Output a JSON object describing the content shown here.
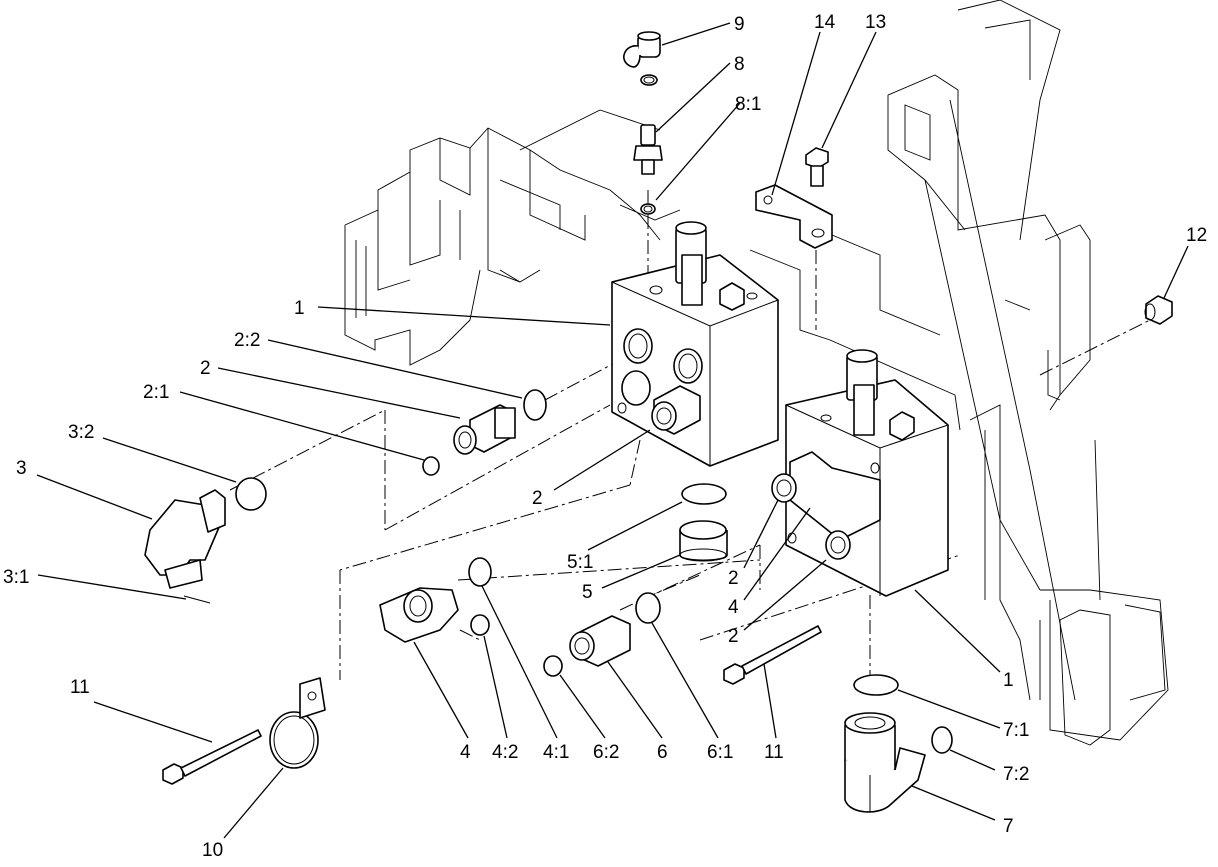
{
  "callouts": [
    {
      "id": "c9",
      "label": "9"
    },
    {
      "id": "c8",
      "label": "8"
    },
    {
      "id": "c8_1",
      "label": "8:1"
    },
    {
      "id": "c14",
      "label": "14"
    },
    {
      "id": "c13",
      "label": "13"
    },
    {
      "id": "c12",
      "label": "12"
    },
    {
      "id": "c1a",
      "label": "1"
    },
    {
      "id": "c2_2",
      "label": "2:2"
    },
    {
      "id": "c2a",
      "label": "2"
    },
    {
      "id": "c2_1",
      "label": "2:1"
    },
    {
      "id": "c3_2",
      "label": "3:2"
    },
    {
      "id": "c3",
      "label": "3"
    },
    {
      "id": "c3_1",
      "label": "3:1"
    },
    {
      "id": "c2b",
      "label": "2"
    },
    {
      "id": "c5_1",
      "label": "5:1"
    },
    {
      "id": "c5",
      "label": "5"
    },
    {
      "id": "c2c",
      "label": "2"
    },
    {
      "id": "c4a",
      "label": "4"
    },
    {
      "id": "c2d",
      "label": "2"
    },
    {
      "id": "c1b",
      "label": "1"
    },
    {
      "id": "c11a",
      "label": "11"
    },
    {
      "id": "c4b",
      "label": "4"
    },
    {
      "id": "c4_2",
      "label": "4:2"
    },
    {
      "id": "c4_1",
      "label": "4:1"
    },
    {
      "id": "c6_2",
      "label": "6:2"
    },
    {
      "id": "c6",
      "label": "6"
    },
    {
      "id": "c6_1",
      "label": "6:1"
    },
    {
      "id": "c11b",
      "label": "11"
    },
    {
      "id": "c7_1",
      "label": "7:1"
    },
    {
      "id": "c7_2",
      "label": "7:2"
    },
    {
      "id": "c7",
      "label": "7"
    },
    {
      "id": "c10",
      "label": "10"
    }
  ]
}
